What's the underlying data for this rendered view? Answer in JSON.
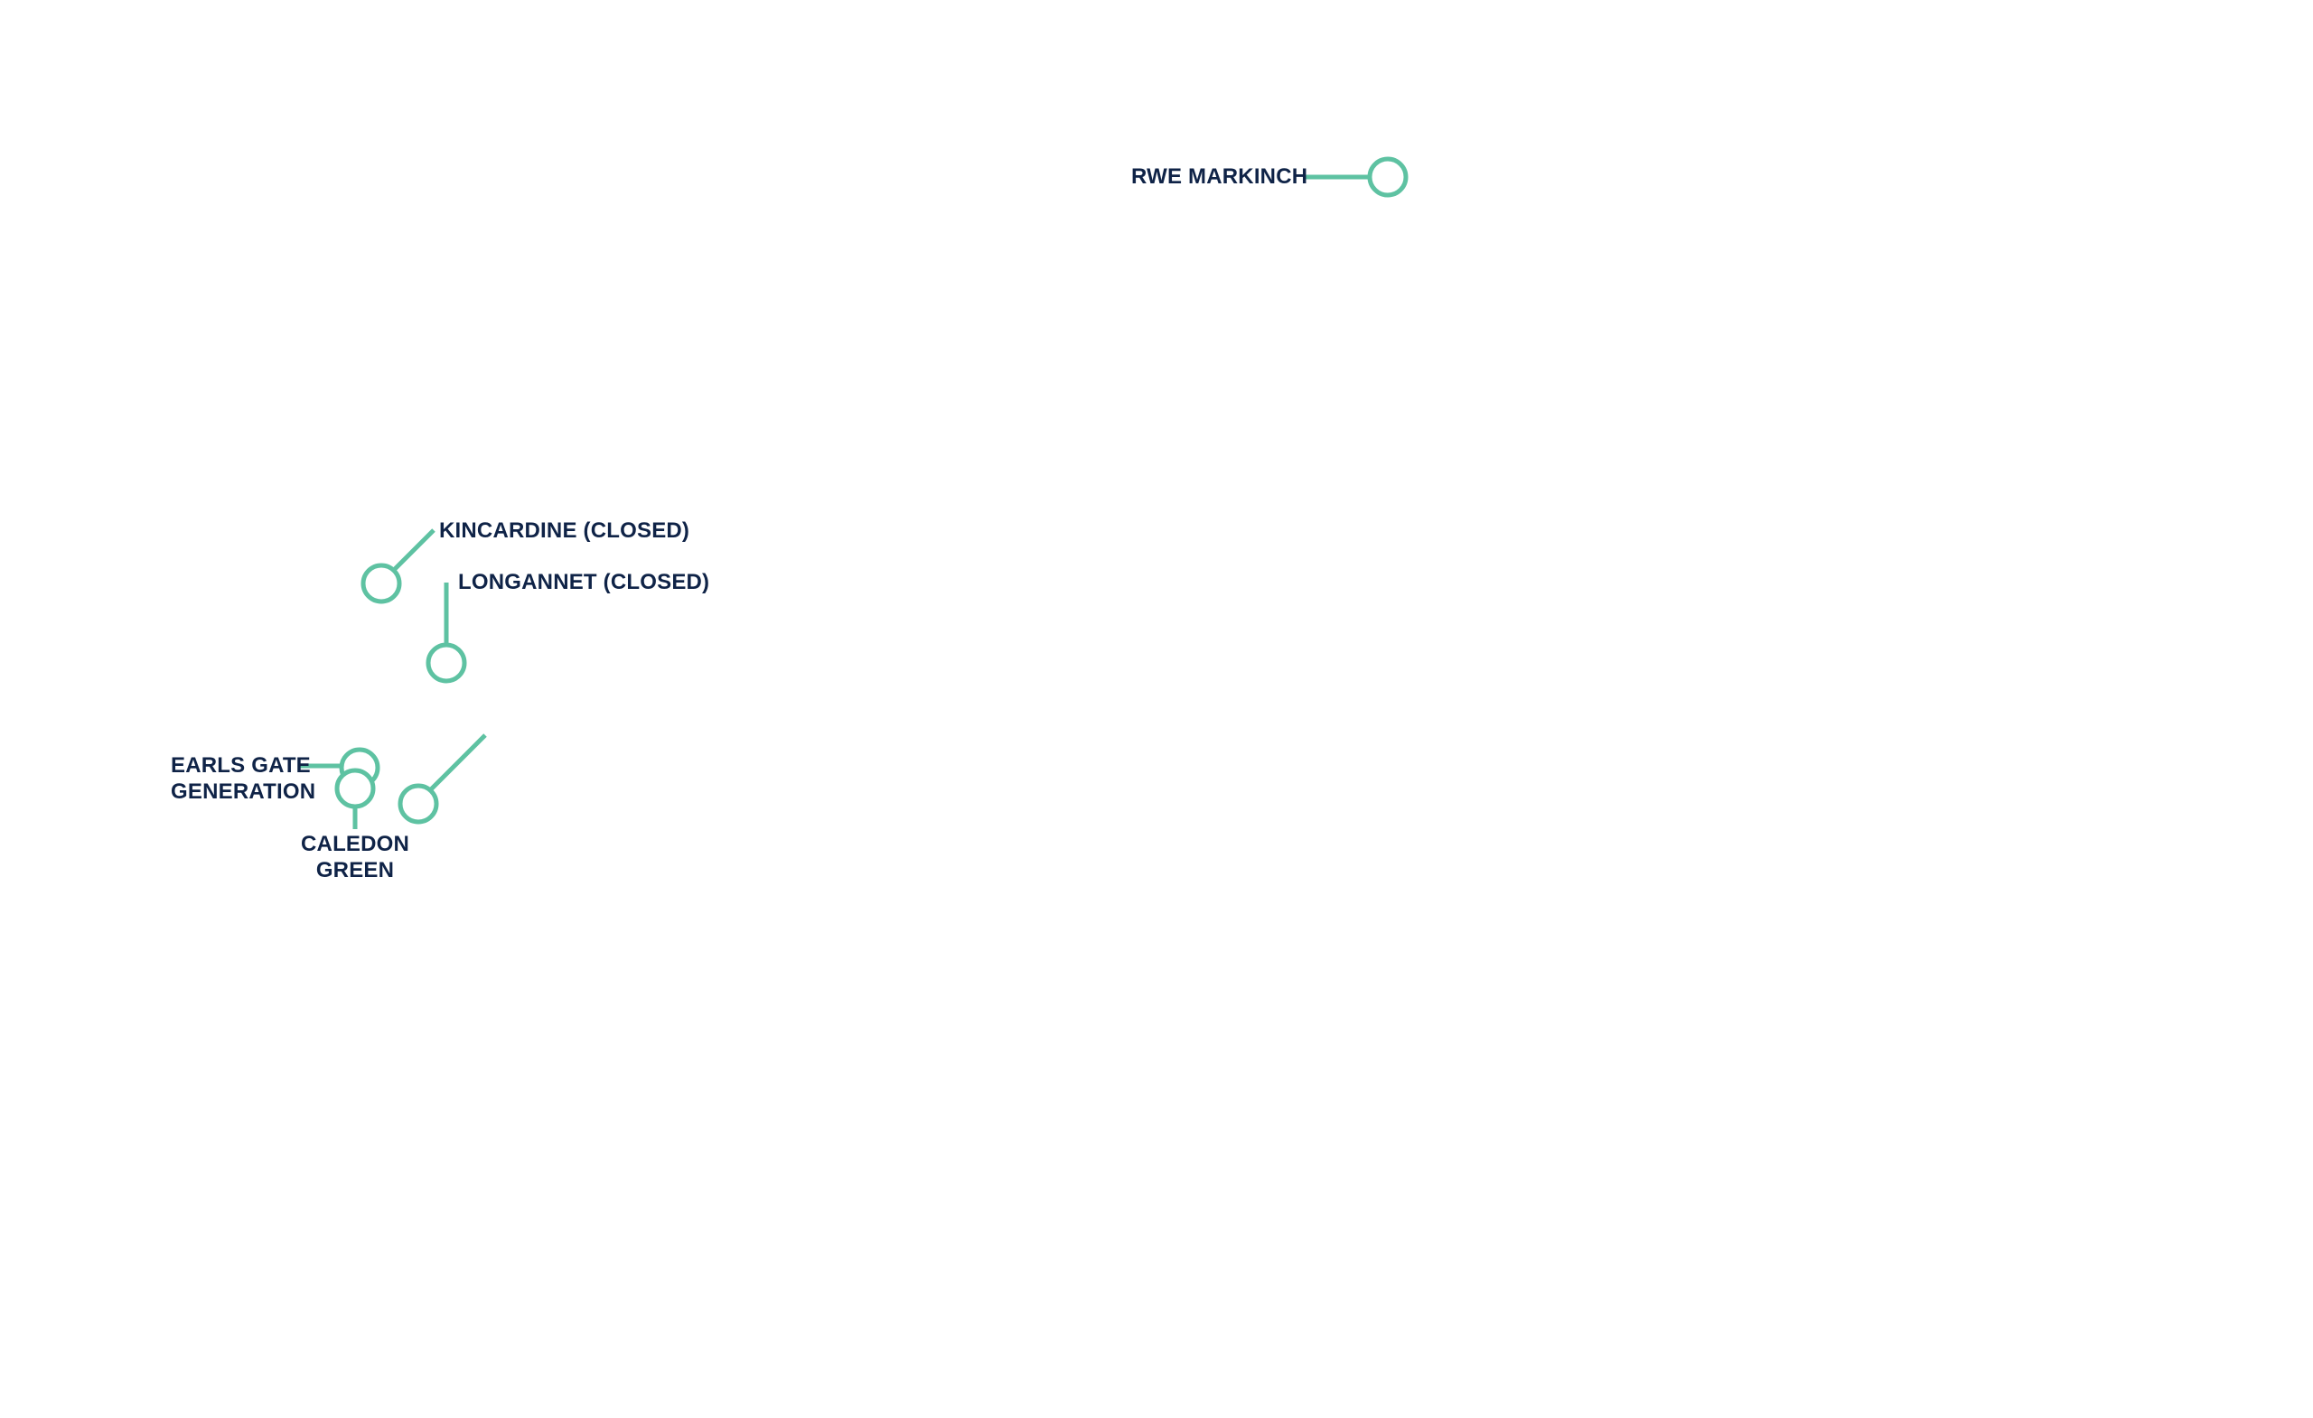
{
  "map": {
    "colors": {
      "marker": "#5ec2a2",
      "label": "#0f2347",
      "background": "#ffffff"
    },
    "sites": [
      {
        "id": "rwe-markinch",
        "label_lines": [
          "RWE MARKINCH"
        ]
      },
      {
        "id": "kincardine",
        "label_lines": [
          "KINCARDINE (CLOSED)"
        ]
      },
      {
        "id": "longannet",
        "label_lines": [
          "LONGANNET (CLOSED)"
        ]
      },
      {
        "id": "earls-gate",
        "label_lines": [
          "EARLS GATE",
          "GENERATION"
        ]
      },
      {
        "id": "caledon-green",
        "label_lines": [
          "CALEDON",
          "GREEN"
        ]
      },
      {
        "id": "unlabelled-site",
        "label_lines": []
      }
    ]
  }
}
